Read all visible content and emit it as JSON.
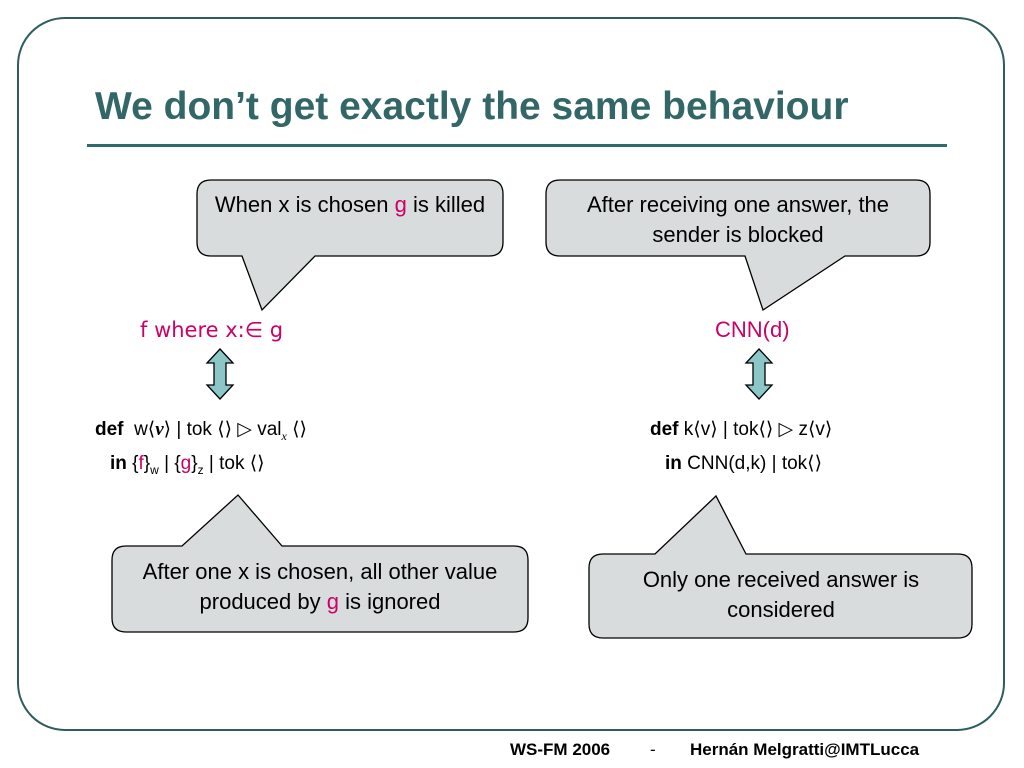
{
  "slide": {
    "title": "We don’t get exactly the same behaviour",
    "left": {
      "callout_top": {
        "pre": "When x is chosen ",
        "highlight": "g",
        "post": " is killed"
      },
      "expression": "f where x:∈ g",
      "code": {
        "line1": {
          "kw": "def",
          "w": "w",
          "lang": "⟨",
          "v": "v",
          "rang": "⟩",
          "sep1": " | tok ⟨⟩ ▷ val",
          "sub": "x",
          "tail": " ⟨⟩"
        },
        "line2": {
          "kw": "in",
          "ob1": " {",
          "f": "f",
          "cb1": "}",
          "sub1": "w",
          "mid": " | {",
          "g": "g",
          "cb2": "}",
          "sub2": "z",
          "tail": " | tok ⟨⟩"
        }
      },
      "callout_bottom": {
        "pre": "After one x is chosen, all other value produced by ",
        "highlight": "g",
        "post": " is ignored"
      }
    },
    "right": {
      "callout_top": "After receiving one answer, the sender is blocked",
      "expression": "CNN(d)",
      "code": {
        "line1": {
          "kw": "def",
          "rest": " k⟨v⟩ | tok⟨⟩ ▷ z⟨v⟩"
        },
        "line2": {
          "kw": "in",
          "rest": " CNN(d,k) | tok⟨⟩"
        }
      },
      "callout_bottom": "Only one received answer is considered"
    },
    "footer": {
      "event": "WS-FM 2006",
      "separator": "-",
      "author": "Hernán Melgratti@IMTLucca"
    },
    "colors": {
      "title": "#336666",
      "accent": "#cc0066",
      "callout_fill": "#d9dcdc",
      "arrow_fill": "#8cc7c7"
    }
  }
}
